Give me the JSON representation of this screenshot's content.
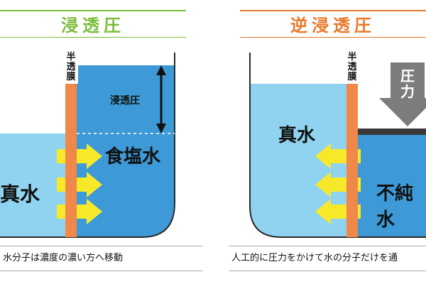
{
  "left_panel": {
    "title": "浸透圧",
    "membrane_label": "半透膜",
    "fresh_water_label": "真水",
    "salt_water_label": "食塩水",
    "pressure_label": "浸透圧",
    "caption": "水分子は濃度の濃い方へ移動",
    "title_color": "#7bbd3a"
  },
  "right_panel": {
    "title": "逆浸透圧",
    "membrane_label": "半透膜",
    "fresh_water_label": "真水",
    "impure_water_label": "不純水",
    "pressure_label": "圧力",
    "caption": "人工的に圧力をかけて水の分子だけを通",
    "title_color": "#e9782a"
  },
  "colors": {
    "fresh_water": "#8fd3f0",
    "salt_water": "#3d9ad6",
    "membrane": "#f0884a",
    "arrow": "#f7e92a",
    "pressure_arrow": "#7c7c7c"
  }
}
